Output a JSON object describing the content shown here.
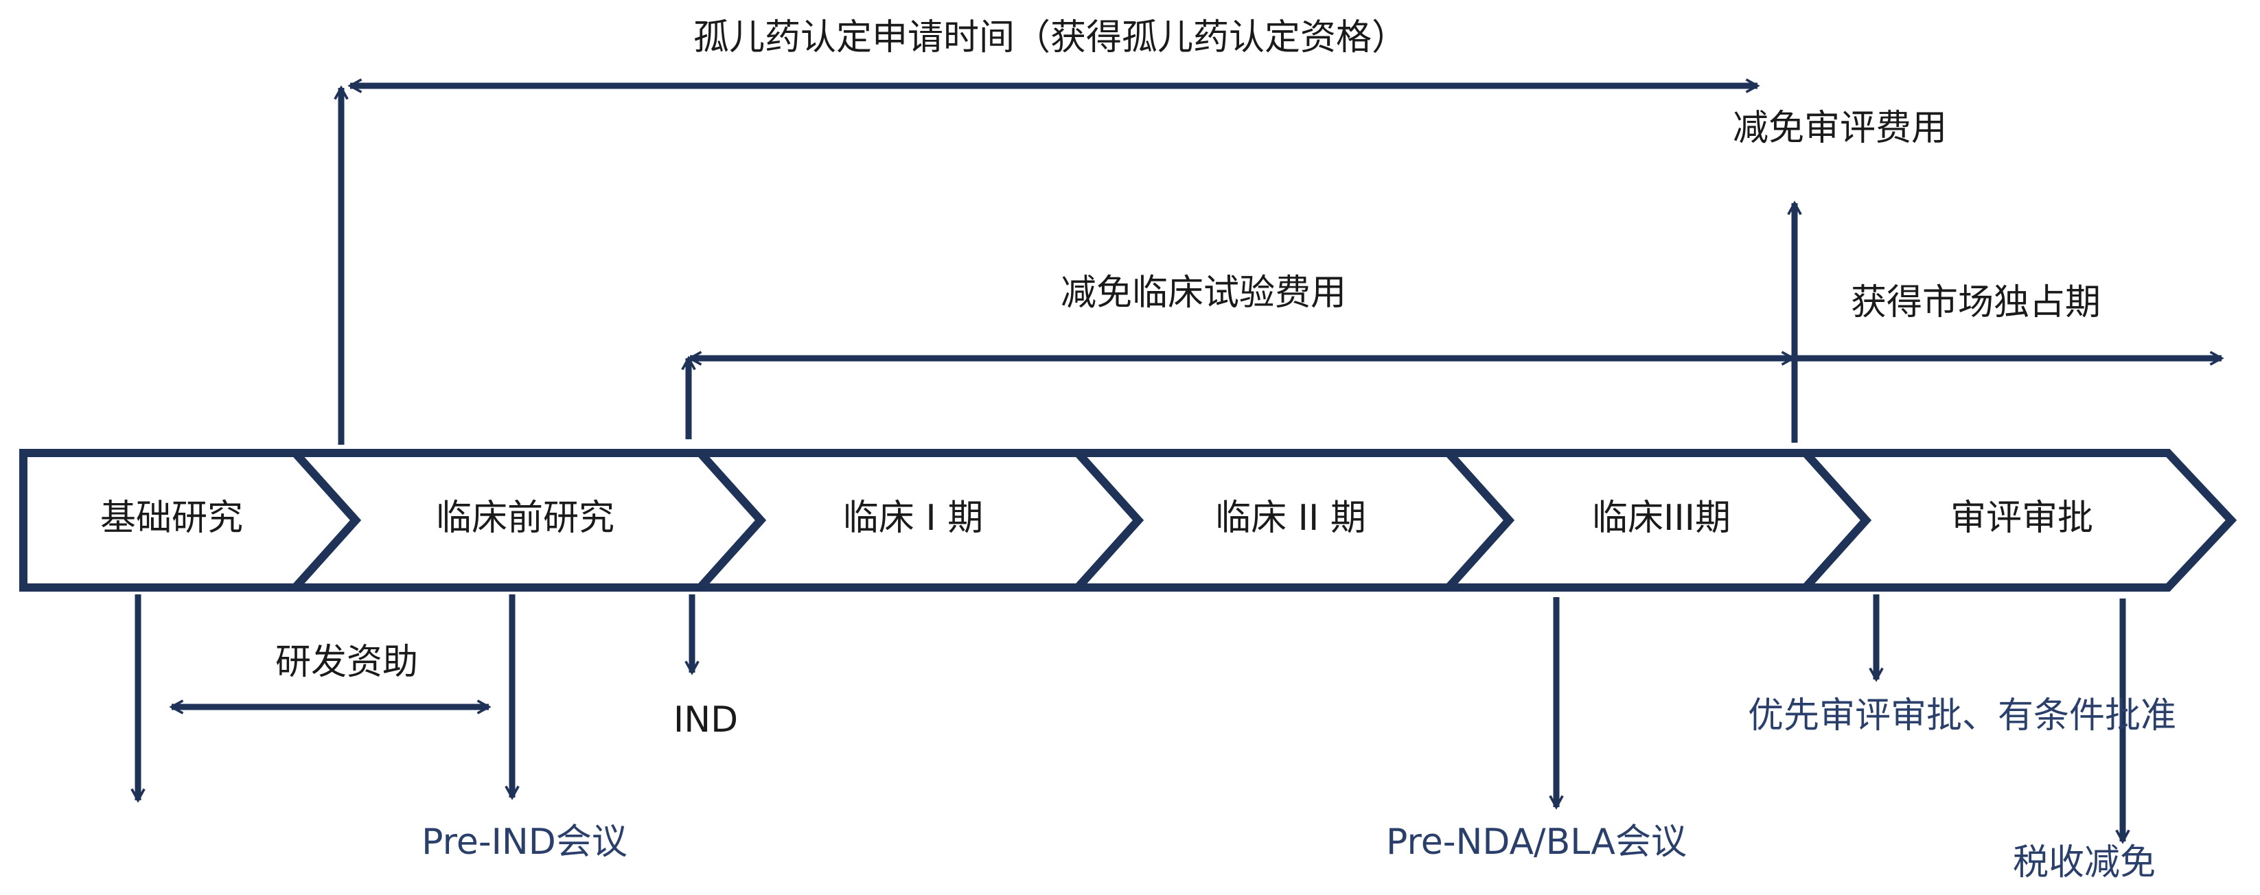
{
  "stages": [
    "基础研究",
    "临床前研究",
    "临床 I 期",
    "临床 II 期",
    "临床III期",
    "审评审批"
  ],
  "labels": {
    "orphan_designation": "孤儿药认定申请时间（获得孤儿药认定资格）",
    "review_fee_waiver": "减免审评费用",
    "clinical_trial_fee_waiver": "减免临床试验费用",
    "market_exclusivity": "获得市场独占期",
    "rd_funding": "研发资助",
    "ind": "IND",
    "pre_ind_meeting": "Pre-IND会议",
    "pre_nda_bla_meeting": "Pre-NDA/BLA会议",
    "priority_review": "优先审评审批、有条件批准",
    "tax_relief": "税收减免"
  },
  "colors": {
    "arrow": "#1f3358",
    "dark_text": "#1a1a1a",
    "blue_text": "#2b3f6b",
    "background": "#ffffff"
  }
}
